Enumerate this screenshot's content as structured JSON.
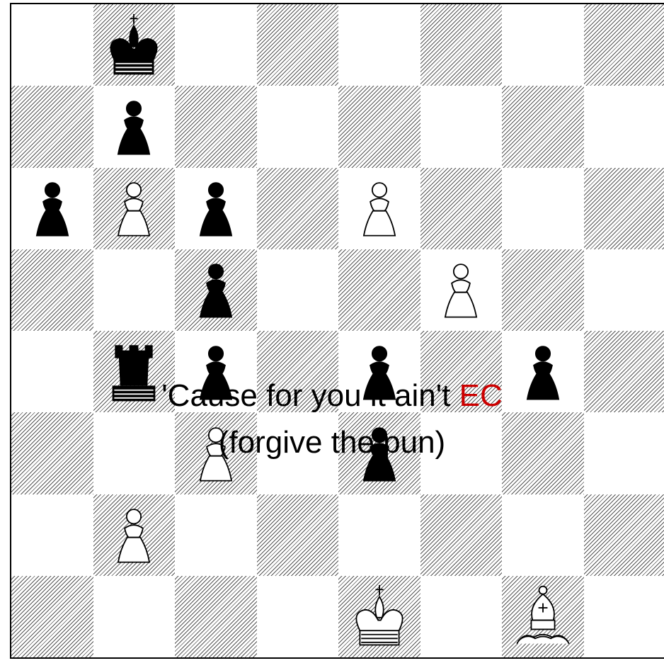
{
  "board": {
    "rows": [
      [
        "",
        "bk",
        "",
        "",
        "",
        "",
        "",
        ""
      ],
      [
        "",
        "bp",
        "",
        "",
        "",
        "",
        "",
        ""
      ],
      [
        "bp",
        "wp",
        "bp",
        "",
        "wp",
        "",
        "",
        ""
      ],
      [
        "",
        "",
        "bp",
        "",
        "",
        "wp",
        "",
        ""
      ],
      [
        "",
        "br",
        "bp",
        "",
        "bp",
        "",
        "bp",
        ""
      ],
      [
        "",
        "",
        "wp",
        "",
        "bp",
        "",
        "",
        ""
      ],
      [
        "",
        "wp",
        "",
        "",
        "",
        "",
        "",
        ""
      ],
      [
        "",
        "",
        "",
        "",
        "wk",
        "",
        "wb",
        ""
      ]
    ],
    "first_square_dark": false,
    "colors": {
      "light": "#ffffff",
      "hatch": "#555555",
      "white_piece_fill": "#ffffff",
      "black_piece_fill": "#000000"
    }
  },
  "caption": {
    "line1_prefix": "'Cause for you it ain't ",
    "line1_highlight": "EC",
    "line2": "(forgive the pun)",
    "highlight_color": "#cc0000"
  }
}
